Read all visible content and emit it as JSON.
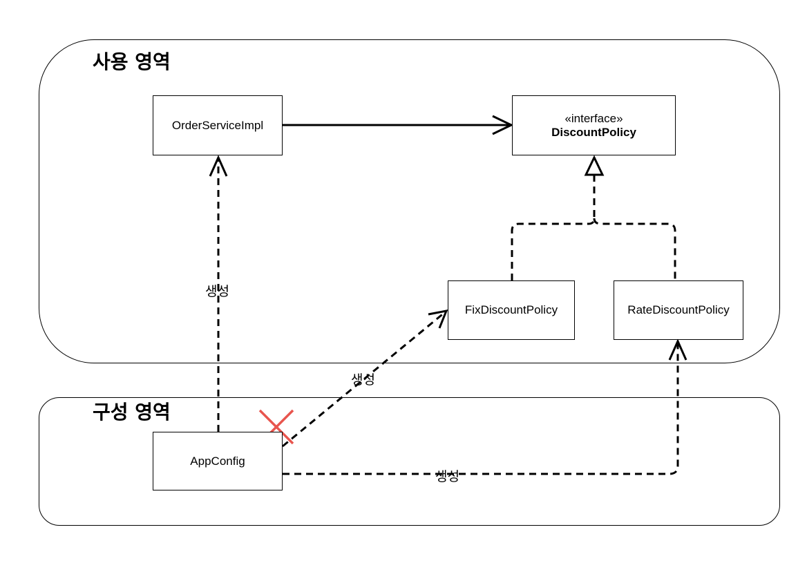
{
  "regions": {
    "usage": {
      "title": "사용 영역"
    },
    "config": {
      "title": "구성 영역"
    }
  },
  "nodes": {
    "order_service": {
      "label": "OrderServiceImpl"
    },
    "discount_policy": {
      "stereotype": "«interface»",
      "label": "DiscountPolicy"
    },
    "fix_discount": {
      "label": "FixDiscountPolicy"
    },
    "rate_discount": {
      "label": "RateDiscountPolicy"
    },
    "app_config": {
      "label": "AppConfig"
    }
  },
  "edges": {
    "create_order": {
      "label": "생성"
    },
    "create_fix": {
      "label": "생성"
    },
    "create_rate": {
      "label": "생성"
    }
  },
  "colors": {
    "line": "#000000",
    "cross_mark": "#e8554e"
  }
}
